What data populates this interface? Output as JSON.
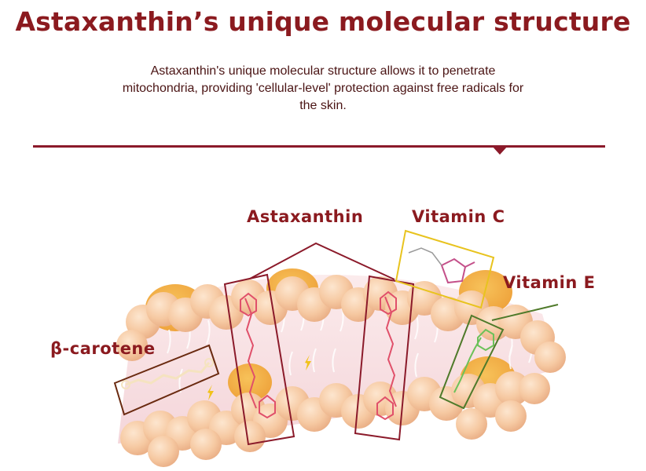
{
  "title": "Astaxanthin’s unique molecular structure",
  "description": "Astaxanthin's unique molecular structure allows it to penetrate mitochondria, providing 'cellular-level' protection against free radicals for the skin.",
  "labels": {
    "astaxanthin": "Astaxanthin",
    "vitamin_c": "Vitamin C",
    "vitamin_e": "Vitamin E",
    "beta_carotene": "β-carotene"
  },
  "colors": {
    "accent": "#8b1a1f",
    "astaxanthin_box": "#8b1a2a",
    "vitamin_c_box": "#e8c31e",
    "vitamin_e_box": "#4f7a2a",
    "beta_carotene_box": "#6a2a10",
    "lipid_head": "#f7cba6",
    "membrane_fill": "#f6dde0",
    "fat_blob": "#f1a53c"
  }
}
